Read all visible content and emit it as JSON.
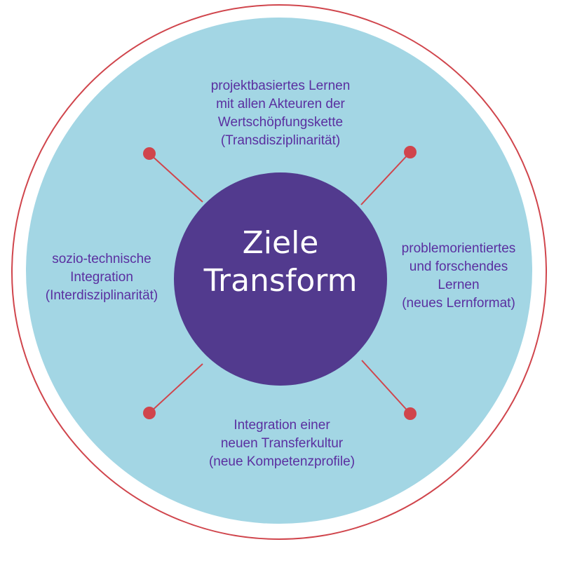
{
  "colors": {
    "outer_ring": "#d0454c",
    "outer_fill": "#a3d6e4",
    "center_fill": "#523a8e",
    "connector": "#d0454c",
    "dot": "#d0454c",
    "label_text": "#5a2fa0",
    "center_text": "#ffffff"
  },
  "center": {
    "line1": "Ziele",
    "line2": "Transform"
  },
  "goals": {
    "top": {
      "line1": "projektbasiertes Lernen",
      "line2": "mit allen Akteuren der",
      "line3": "Wertschöpfungskette",
      "line4": "(Transdisziplinarität)"
    },
    "right": {
      "line1": "problemorientiertes",
      "line2": "und forschendes",
      "line3": "Lernen",
      "line4": "(neues Lernformat)"
    },
    "bottom": {
      "line1": "Integration einer",
      "line2": "neuen Transferkultur",
      "line3": "(neue Kompetenzprofile)"
    },
    "left": {
      "line1": "sozio-technische",
      "line2": "Integration",
      "line3": "(Interdisziplinarität)"
    }
  }
}
